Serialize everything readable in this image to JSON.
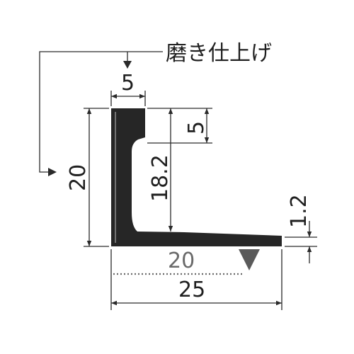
{
  "labels": {
    "note": "磨き仕上げ",
    "top_width": "5",
    "top_lip_height": "5",
    "total_height": "20",
    "inner_height": "18.2",
    "base_thickness": "1.2",
    "base_inner_width": "20",
    "total_width": "25"
  },
  "colors": {
    "profile_fill": "#262626",
    "line": "#2a2a2a",
    "grey_text": "#6a6a6a",
    "marker": "#5a5a5a"
  },
  "icons": {
    "marker": "down-triangle-marker"
  }
}
